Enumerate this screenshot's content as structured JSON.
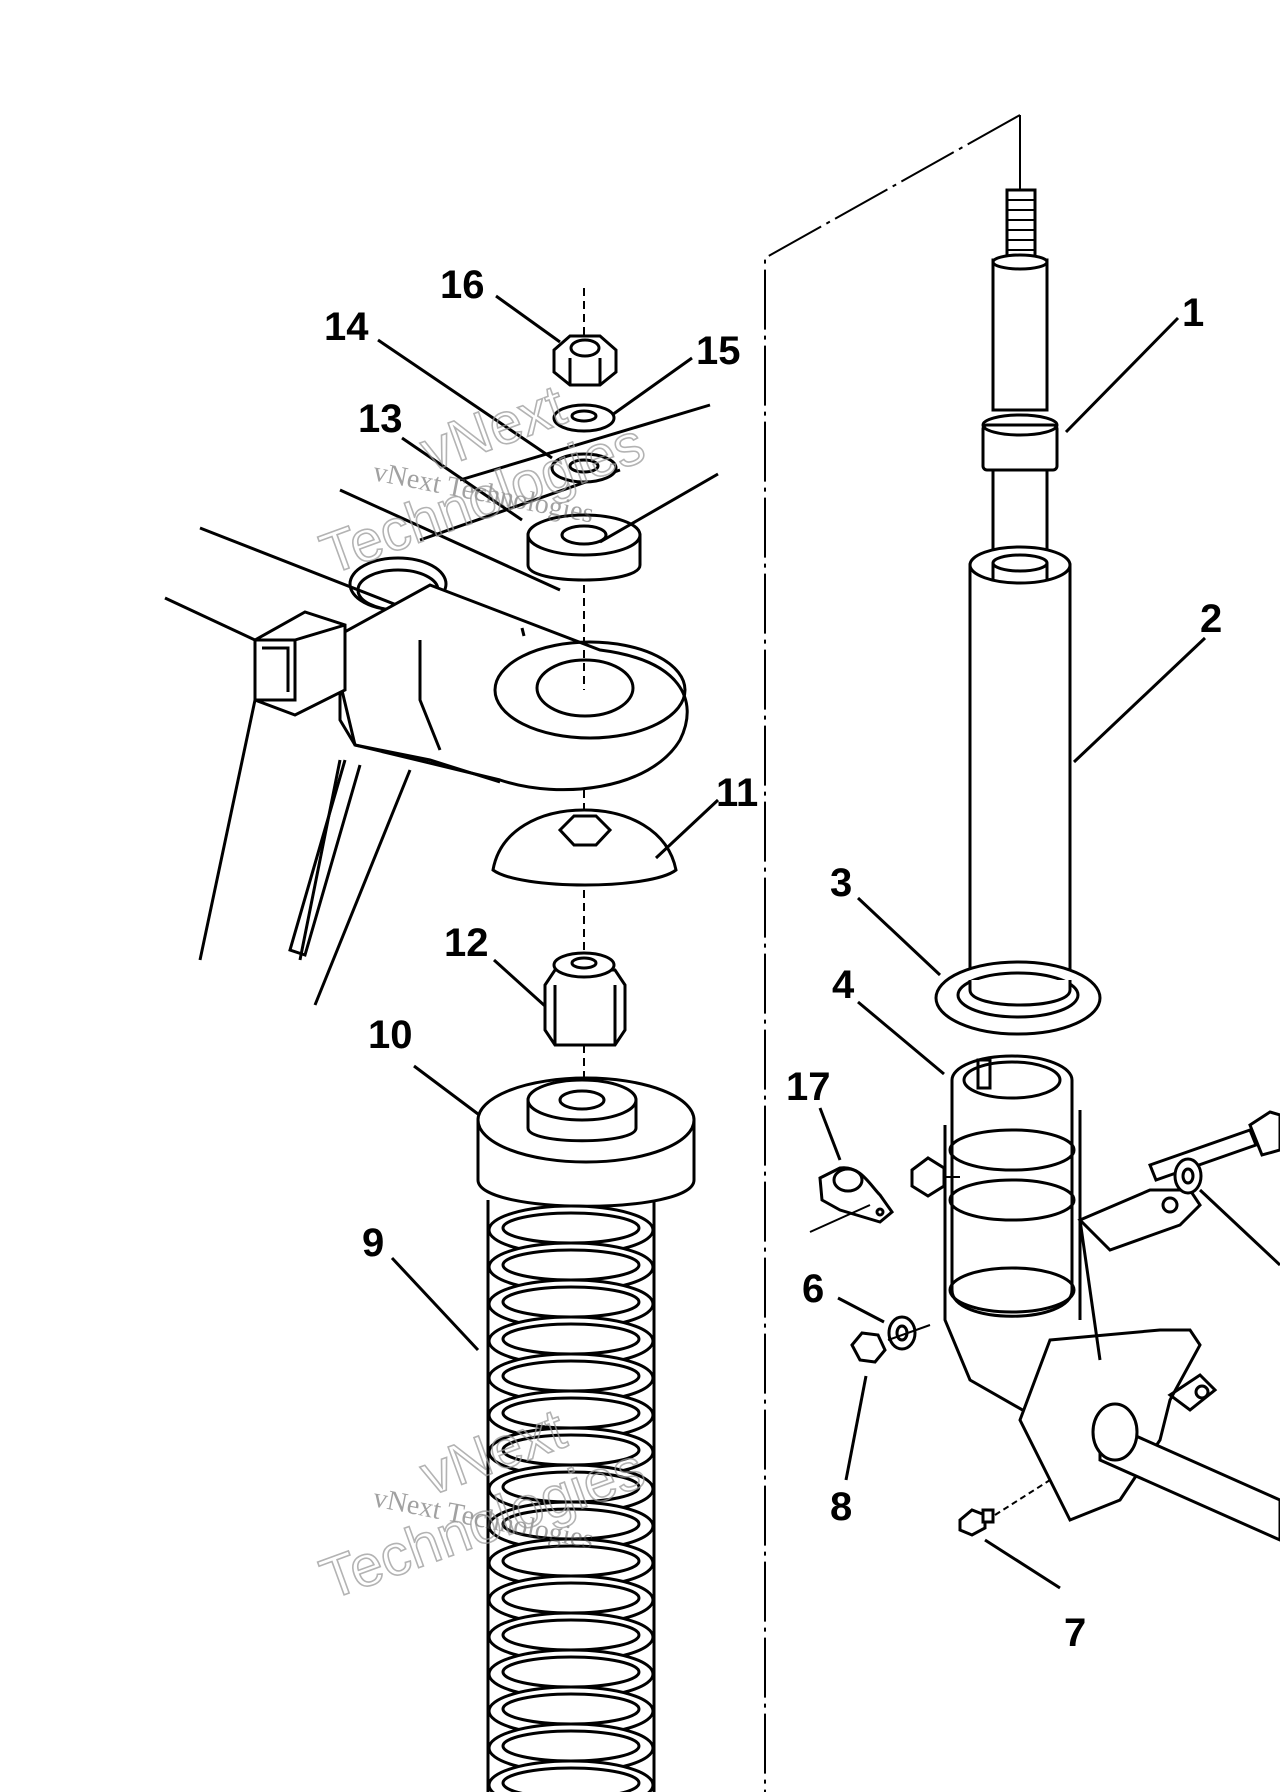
{
  "callouts": [
    {
      "id": "1",
      "label": "1"
    },
    {
      "id": "2",
      "label": "2"
    },
    {
      "id": "3",
      "label": "3"
    },
    {
      "id": "4",
      "label": "4"
    },
    {
      "id": "6",
      "label": "6"
    },
    {
      "id": "7",
      "label": "7"
    },
    {
      "id": "8",
      "label": "8"
    },
    {
      "id": "9",
      "label": "9"
    },
    {
      "id": "10",
      "label": "10"
    },
    {
      "id": "11",
      "label": "11"
    },
    {
      "id": "12",
      "label": "12"
    },
    {
      "id": "13",
      "label": "13"
    },
    {
      "id": "14",
      "label": "14"
    },
    {
      "id": "15",
      "label": "15"
    },
    {
      "id": "16",
      "label": "16"
    },
    {
      "id": "17",
      "label": "17"
    }
  ],
  "watermark": {
    "line1": "vNext Technologies",
    "line2": "vNext",
    "line3": "Technologies"
  },
  "colors": {
    "ink": "#000000",
    "paper": "#ffffff",
    "watermark": "#9a9a9a"
  }
}
